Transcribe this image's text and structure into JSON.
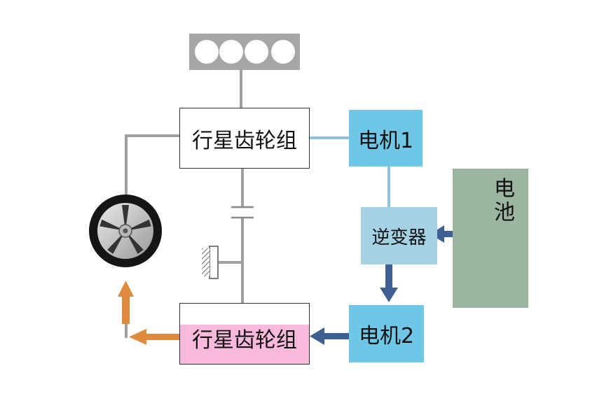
{
  "nodes": {
    "planetary_gear_top": "行星齿轮组",
    "planetary_gear_bottom": "行星齿轮组",
    "motor_1": "电机1",
    "motor_2": "电机2",
    "inverter": "逆变器",
    "battery": "电池"
  },
  "colors": {
    "motor": "#6ec7e6",
    "inverter": "#a4d2e4",
    "battery": "#9bb5a1",
    "gear_highlight": "#f9b9dc",
    "shaft": "#a0a0a0",
    "electric_link": "#8dc2e2",
    "power_arrow": "#3d5f92",
    "output_arrow": "#e08a3e",
    "engine": "#a6a6a6"
  },
  "icons": [
    "engine-cylinders-icon",
    "wheel-icon",
    "brake-ground-icon",
    "clutch-icon"
  ]
}
